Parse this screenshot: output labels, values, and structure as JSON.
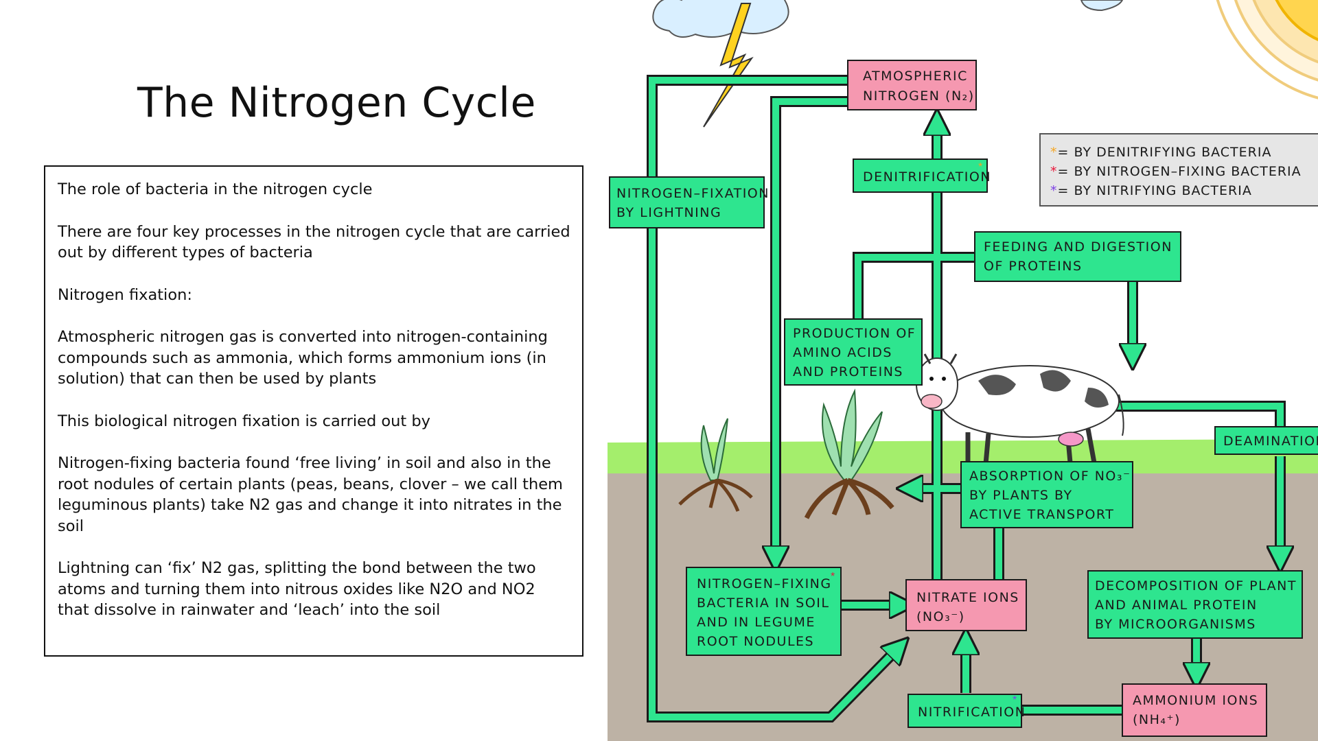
{
  "slide": {
    "title": "The Nitrogen Cycle"
  },
  "textbox": {
    "paragraphs": [
      "The role of bacteria in the nitrogen cycle",
      "There are four key processes in the nitrogen cycle that are carried out by different types of bacteria",
      "Nitrogen fixation:",
      "Atmospheric nitrogen gas is converted into nitrogen-containing compounds such as ammonia, which forms ammonium ions (in solution) that can then be used by plants",
      "This biological nitrogen fixation is carried out by",
      "Nitrogen-fixing bacteria found ‘free living’ in soil and also in the root nodules of certain plants (peas, beans, clover – we call them leguminous plants) take N2 gas and change it into nitrates in the soil",
      "Lightning can ‘fix’ N2 gas, splitting the bond between the two atoms and turning them into nitrous oxides like N2O and NO2 that dissolve in rainwater and ‘leach’ into the soil"
    ]
  },
  "diagram": {
    "boxes": {
      "atmospheric": [
        "ATMOSPHERIC",
        "NITROGEN (N₂)"
      ],
      "denitrification": [
        "DENITRIFICATION"
      ],
      "lightning": [
        "NITROGEN–FIXATION",
        "BY  LIGHTNING"
      ],
      "feeding": [
        "FEEDING  AND  DIGESTION",
        "OF  PROTEINS"
      ],
      "production": [
        "PRODUCTION  OF",
        "AMINO  ACIDS",
        "AND  PROTEINS"
      ],
      "deamination": [
        "DEAMINATION"
      ],
      "absorption": [
        "ABSORPTION  OF  NO₃⁻",
        "BY  PLANTS  BY",
        "ACTIVE  TRANSPORT"
      ],
      "fixing_bacteria": [
        "NITROGEN–FIXING",
        "BACTERIA  IN  SOIL",
        "AND  IN  LEGUME",
        "ROOT  NODULES"
      ],
      "nitrate": [
        "NITRATE  IONS",
        "(NO₃⁻)"
      ],
      "decomposition": [
        "DECOMPOSITION  OF  PLANT",
        "AND  ANIMAL  PROTEIN",
        "BY  MICROORGANISMS"
      ],
      "nitrification": [
        "NITRIFICATION"
      ],
      "ammonium": [
        "AMMONIUM  IONS",
        "(NH₄⁺)"
      ]
    },
    "key": [
      "= BY  DENITRIFYING    BACTERIA",
      "= BY  NITROGEN–FIXING    BACTERIA",
      "= BY  NITRIFYING    BACTERIA"
    ],
    "colors": {
      "green_box": "#2ee58f",
      "pink_box": "#f598b0",
      "soil": "#bdb2a5",
      "grass": "#a4ee6c",
      "star_orange": "#f5a623",
      "star_red": "#e8173a",
      "star_purple": "#7b3fe4"
    }
  }
}
